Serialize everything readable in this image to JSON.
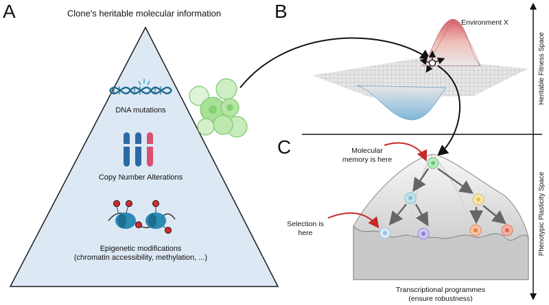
{
  "panels": {
    "a": {
      "letter": "A",
      "title": "Clone's heritable molecular information",
      "dna": "DNA mutations",
      "cna": "Copy Number Alterations",
      "epi1": "Epigenetic modifications",
      "epi2": "(chromatin accessibility, methylation, ...)"
    },
    "b": {
      "letter": "B",
      "environment": "Environment X"
    },
    "c": {
      "letter": "C",
      "memory1": "Molecular",
      "memory2": "memory is here",
      "selection1": "Selection is",
      "selection2": "here",
      "programmes1": "Transcriptional programmes",
      "programmes2": "(ensure robustness)"
    }
  },
  "axes": {
    "upper": "Heritable Fitness Space",
    "lower": "Phenotypic Plasticity Space"
  },
  "colors": {
    "triangle": "#dde8f5",
    "dna": "#1f6d8e",
    "chromosome_blue": "#2b6aa5",
    "chromosome_pink": "#d9506e",
    "methyl": "#d62a2a",
    "arrow_red": "#c62828",
    "cells": "#9bd98a",
    "landscape_peak": "#d9606a",
    "landscape_valley": "#7fb6d9"
  },
  "icons": [
    "dna-helix-icon",
    "chromosome-icon",
    "nucleosome-icon",
    "cell-cluster-icon",
    "landscape-icon",
    "cell-icon",
    "arrow-icon"
  ]
}
